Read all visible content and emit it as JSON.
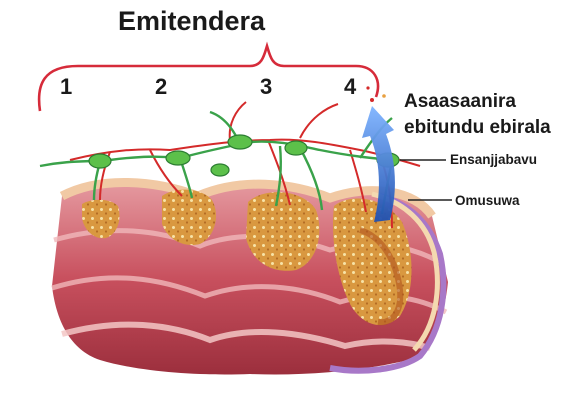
{
  "diagram": {
    "title": "Emitendera",
    "stages": [
      "1",
      "2",
      "3",
      "4"
    ],
    "spread_label": [
      "Asaasaanira",
      "ebitundu ebirala"
    ],
    "labels": {
      "nerve": "Ensanjjabavu",
      "muscle": "Omusuwa"
    },
    "colors": {
      "bracket": "#d62b3a",
      "tissue_outer": "#c84a57",
      "tissue_fold": "#e7a3a6",
      "tissue_top": "#f1c9a4",
      "lining": "#a878c8",
      "tumor": "#d79a40",
      "tumor_spot": "#f6df9e",
      "vessel_red": "#d42a2a",
      "vessel_green": "#3aa24a",
      "arrow_blue": "#2e6fd1"
    }
  }
}
